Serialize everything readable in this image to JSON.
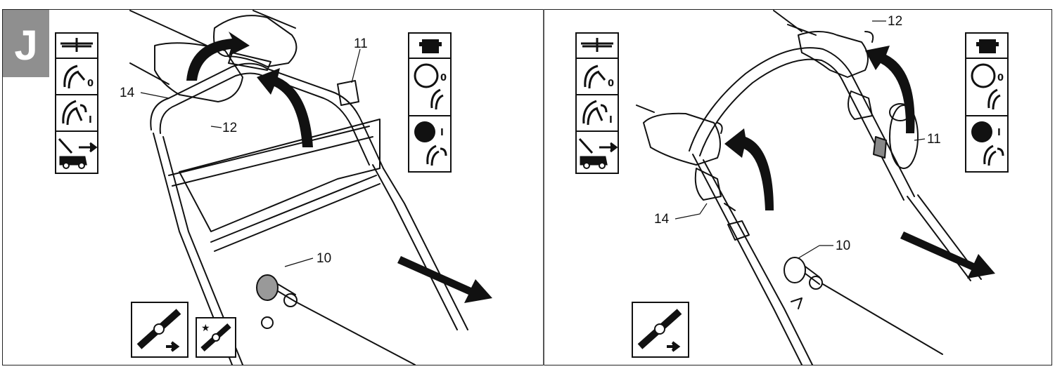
{
  "figure": {
    "section_letter": "J",
    "left_panel": {
      "callouts": {
        "c10": "10",
        "c11": "11",
        "c12": "12",
        "c14": "14"
      },
      "start_icons": [
        {
          "name": "blade-height-icon"
        },
        {
          "name": "lever-position-0-icon",
          "glyph": "0"
        },
        {
          "name": "lever-position-i-icon",
          "glyph": "I"
        },
        {
          "name": "pull-start-mower-icon"
        }
      ],
      "engine_icons": [
        {
          "name": "engine-icon"
        },
        {
          "name": "choke-off-icon",
          "glyph": "0"
        },
        {
          "name": "choke-on-icon",
          "glyph": "I"
        }
      ],
      "blade_symbols": [
        {
          "name": "blade-direction-icon"
        },
        {
          "name": "blade-star-icon"
        }
      ]
    },
    "right_panel": {
      "callouts": {
        "c10": "10",
        "c11": "11",
        "c12": "12",
        "c14": "14"
      },
      "start_icons": [
        {
          "name": "blade-height-icon"
        },
        {
          "name": "lever-position-0-icon",
          "glyph": "0"
        },
        {
          "name": "lever-position-i-icon",
          "glyph": "I"
        },
        {
          "name": "pull-start-mower-icon"
        }
      ],
      "engine_icons": [
        {
          "name": "engine-icon"
        },
        {
          "name": "choke-off-icon",
          "glyph": "0"
        },
        {
          "name": "choke-on-icon",
          "glyph": "I"
        }
      ],
      "blade_symbols": [
        {
          "name": "blade-direction-icon"
        }
      ]
    }
  }
}
